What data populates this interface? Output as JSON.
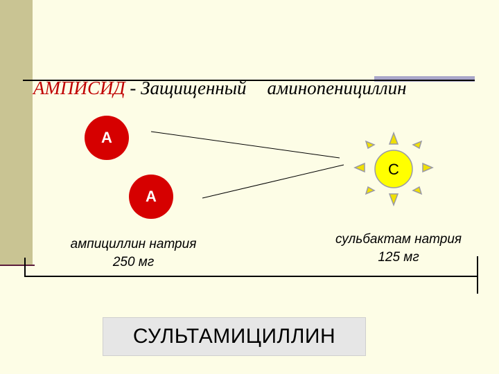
{
  "title": {
    "accent": "АМПИСИД",
    "rest": "- Защищенный",
    "tail": "аминопенициллин"
  },
  "components": [
    {
      "label": "А"
    },
    {
      "label": "А"
    },
    {
      "label": "С"
    }
  ],
  "captions": {
    "left_line1": "ампициллин натрия",
    "left_line2": "250 мг",
    "right_line1": "сульбактам натрия",
    "right_line2": "125 мг"
  },
  "result": "СУЛЬТАМИЦИЛЛИН",
  "colors": {
    "background": "#fdfde6",
    "side_band": "#c9c493",
    "circle": "#d60000",
    "sun_core": "#ffff00",
    "sun_rays": "#f0e000",
    "ray_outline": "#9a9aa5",
    "accent_text": "#c00000"
  }
}
